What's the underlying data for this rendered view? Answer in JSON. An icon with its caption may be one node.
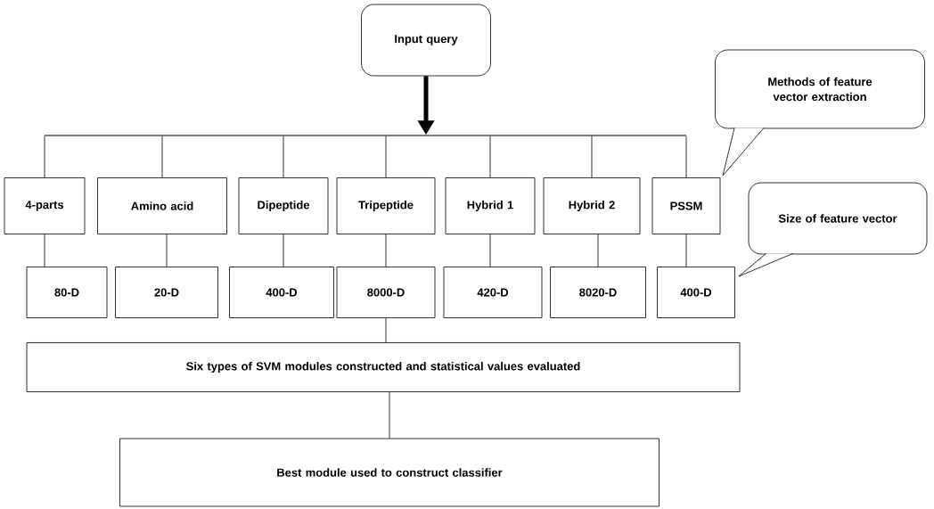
{
  "diagram": {
    "nodes": [
      {
        "text": [
          "Input query"
        ]
      },
      {
        "text": [
          "4-parts"
        ]
      },
      {
        "text": [
          "Amino acid"
        ]
      },
      {
        "text": [
          "Dipeptide"
        ]
      },
      {
        "text": [
          "Tripeptide"
        ]
      },
      {
        "text": [
          "Hybrid 1"
        ]
      },
      {
        "text": [
          "Hybrid 2"
        ]
      },
      {
        "text": [
          "PSSM"
        ]
      },
      {
        "text": [
          "80-D"
        ]
      },
      {
        "text": [
          "20-D"
        ]
      },
      {
        "text": [
          "400-D"
        ]
      },
      {
        "text": [
          "8000-D"
        ]
      },
      {
        "text": [
          "420-D"
        ]
      },
      {
        "text": [
          "8020-D"
        ]
      },
      {
        "text": [
          "400-D"
        ]
      },
      {
        "text": [
          "Six types of SVM modules constructed and statistical values evaluated"
        ]
      },
      {
        "text": [
          "Best module used to construct classifier"
        ]
      },
      {
        "text": [
          "Methods of feature vector extraction"
        ]
      },
      {
        "text": [
          "Size of feature vector"
        ]
      },
      {
        "text": [],
        "shape": "bar"
      }
    ],
    "edges": [
      {
        "from": 0,
        "to": 19,
        "arrow": "to",
        "style": "thick"
      },
      {
        "from": 19,
        "to": 1,
        "arrow": "none"
      },
      {
        "from": 19,
        "to": 2,
        "arrow": "none"
      },
      {
        "from": 19,
        "to": 3,
        "arrow": "none"
      },
      {
        "from": 19,
        "to": 4,
        "arrow": "none"
      },
      {
        "from": 19,
        "to": 5,
        "arrow": "none"
      },
      {
        "from": 19,
        "to": 6,
        "arrow": "none"
      },
      {
        "from": 19,
        "to": 7,
        "arrow": "none"
      },
      {
        "from": 1,
        "to": 8,
        "arrow": "none"
      },
      {
        "from": 2,
        "to": 9,
        "arrow": "none"
      },
      {
        "from": 3,
        "to": 10,
        "arrow": "none"
      },
      {
        "from": 4,
        "to": 11,
        "arrow": "none"
      },
      {
        "from": 5,
        "to": 12,
        "arrow": "none"
      },
      {
        "from": 6,
        "to": 13,
        "arrow": "none"
      },
      {
        "from": 7,
        "to": 14,
        "arrow": "none"
      },
      {
        "from": 11,
        "to": 15,
        "arrow": "none"
      },
      {
        "from": 15,
        "to": 16,
        "arrow": "none"
      }
    ]
  }
}
